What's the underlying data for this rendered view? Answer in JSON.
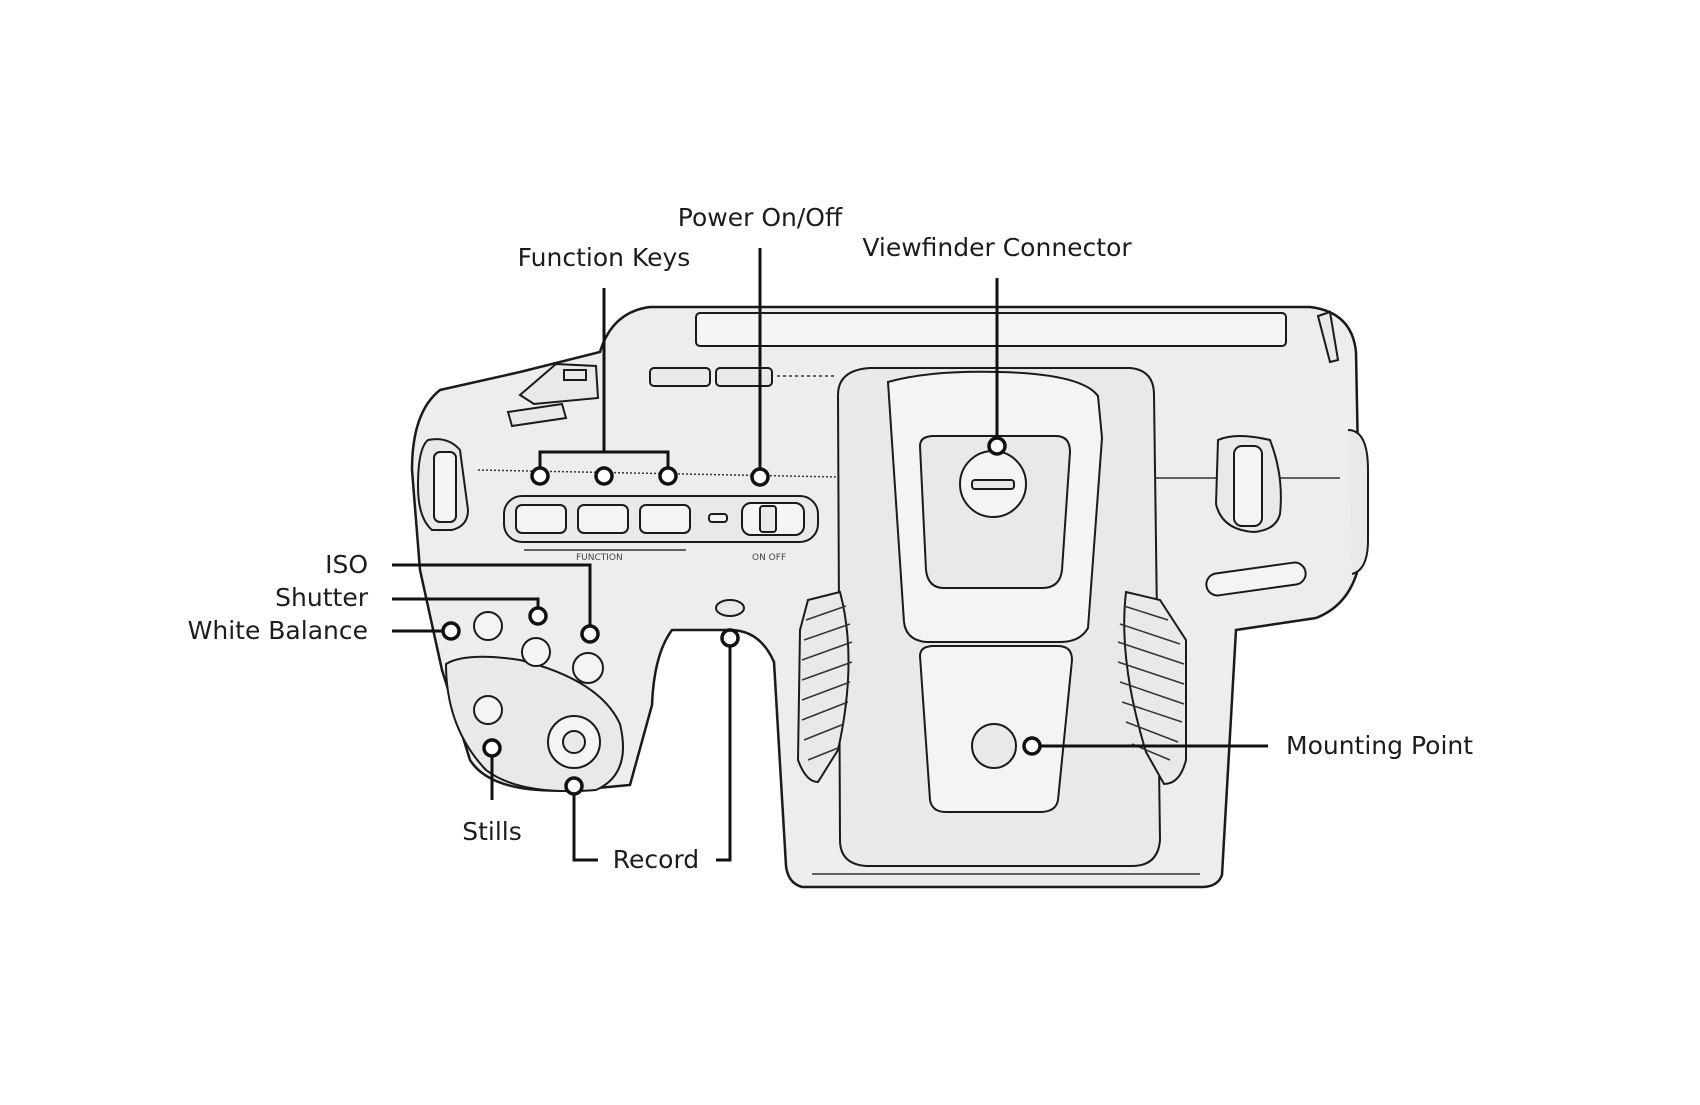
{
  "labels": {
    "power": "Power On/Off",
    "function_keys": "Function Keys",
    "viewfinder": "Viewfinder Connector",
    "iso": "ISO",
    "shutter": "Shutter",
    "white_balance": "White Balance",
    "mounting_point": "Mounting Point",
    "stills": "Stills",
    "record": "Record"
  }
}
